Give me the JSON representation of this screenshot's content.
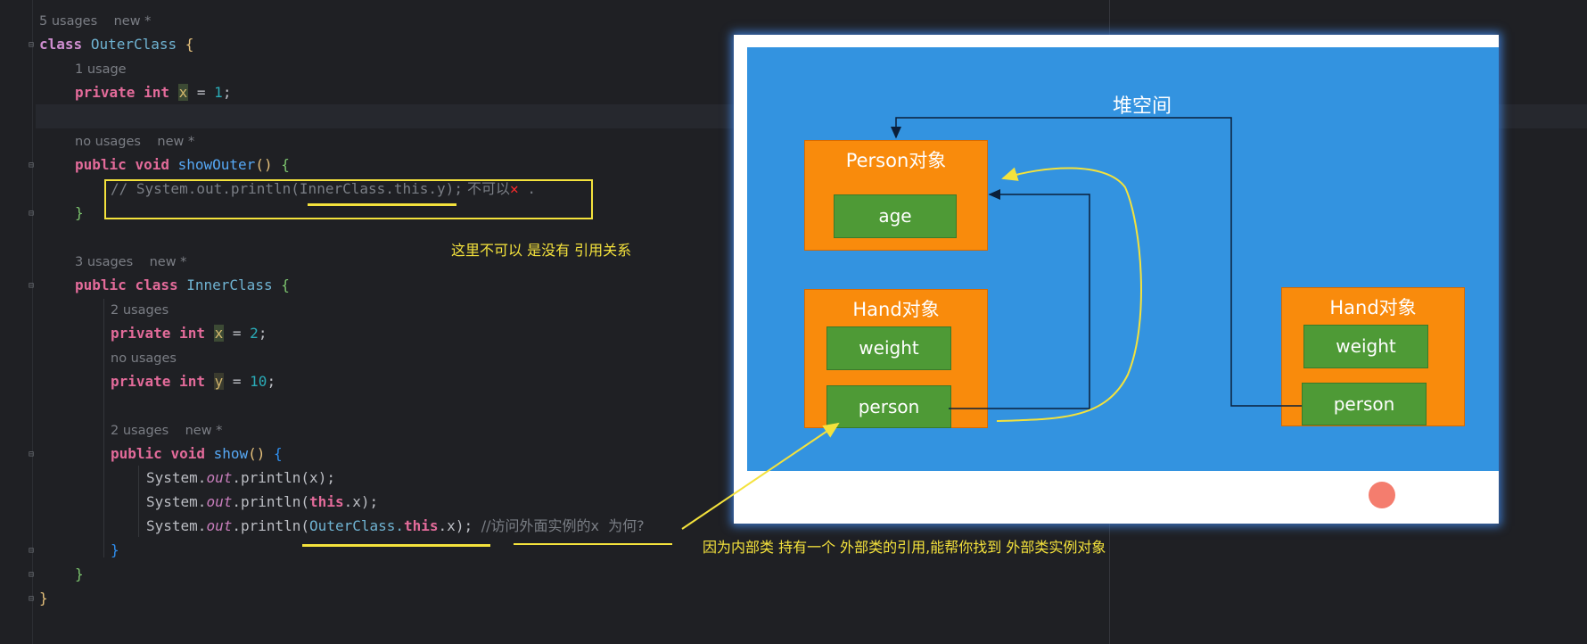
{
  "editor": {
    "hints": {
      "outer_usages": "5 usages    new *",
      "x_usages": "1 usage",
      "showouter_usages": "no usages    new *",
      "inner_usages": "3 usages    new *",
      "inner_x_usages": "2 usages",
      "y_usages": "no usages",
      "show_usages": "2 usages    new *"
    },
    "code": {
      "l1_kw": "class",
      "l1_name": "OuterClass",
      "l1_brace": "{",
      "l2_kw1": "private",
      "l2_kw2": "int",
      "l2_var": "x",
      "l2_rest": " = ",
      "l2_num": "1",
      "l2_end": ";",
      "l3_kw1": "public",
      "l3_kw2": "void",
      "l3_fn": "showOuter",
      "l3_paren": "()",
      "l3_brace": "{",
      "l4_comment": "// System.out.println(InnerClass.this.y);",
      "l4_cn": " 不可以",
      "l4_x": "✕",
      "l4_dot": ".",
      "l5_brace": "}",
      "l6_kw1": "public",
      "l6_kw2": "class",
      "l6_name": "InnerClass",
      "l6_brace": "{",
      "l7_kw1": "private",
      "l7_kw2": "int",
      "l7_var": "x",
      "l7_rest": " = ",
      "l7_num": "2",
      "l7_end": ";",
      "l8_kw1": "private",
      "l8_kw2": "int",
      "l8_var": "y",
      "l8_rest": " = ",
      "l8_num": "10",
      "l8_end": ";",
      "l9_kw1": "public",
      "l9_kw2": "void",
      "l9_fn": "show",
      "l9_paren": "()",
      "l9_brace": "{",
      "sys": "System.",
      "out": "out",
      "println": ".println(",
      "l10_arg": "x",
      "close": ");",
      "this": "this",
      "dotx": ".x",
      "l12_outer": "OuterClass.",
      "l12_comment": "//访问外面实例的x  为何?",
      "l13_brace": "}",
      "l14_brace": "}",
      "l15_brace": "}"
    },
    "annotations": {
      "note_showouter": "这里不可以 是没有 引用关系",
      "note_show": "因为内部类 持有一个 外部类的引用,能帮你找到 外部类实例对象"
    }
  },
  "diagram": {
    "heap_label": "堆空间",
    "person_obj": {
      "title": "Person对象",
      "field": "age"
    },
    "hand_obj_left": {
      "title": "Hand对象",
      "field1": "weight",
      "field2": "person"
    },
    "hand_obj_right": {
      "title": "Hand对象",
      "field1": "weight",
      "field2": "person"
    }
  },
  "colors": {
    "editor_bg": "#1f2024",
    "annotation_yellow": "#f4e23c",
    "diagram_blue": "#3393e0",
    "object_orange": "#f98b0c",
    "field_green": "#4e9a36"
  }
}
